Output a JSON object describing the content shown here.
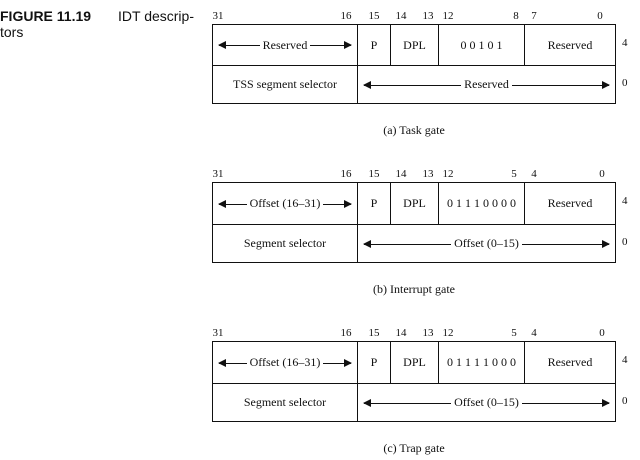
{
  "figure": {
    "label": "FIGURE 11.19",
    "title_line1": "IDT descrip-",
    "title_line2": "tors"
  },
  "task_gate": {
    "bits": [
      "31",
      "16",
      "15",
      "14",
      "13",
      "12",
      "8",
      "7",
      "0"
    ],
    "top_row": [
      "Reserved",
      "P",
      "DPL",
      "0 0 1 0 1",
      "Reserved"
    ],
    "bottom_row": [
      "TSS segment selector",
      "Reserved"
    ],
    "row_offsets": [
      "4",
      "0"
    ],
    "caption": "(a) Task gate"
  },
  "interrupt_gate": {
    "bits": [
      "31",
      "16",
      "15",
      "14",
      "13",
      "12",
      "5",
      "4",
      "0"
    ],
    "top_row": [
      "Offset (16–31)",
      "P",
      "DPL",
      "0 1 1 1 0 0 0 0",
      "Reserved"
    ],
    "bottom_row": [
      "Segment selector",
      "Offset (0–15)"
    ],
    "row_offsets": [
      "4",
      "0"
    ],
    "caption": "(b) Interrupt gate"
  },
  "trap_gate": {
    "bits": [
      "31",
      "16",
      "15",
      "14",
      "13",
      "12",
      "5",
      "4",
      "0"
    ],
    "top_row": [
      "Offset (16–31)",
      "P",
      "DPL",
      "0 1 1 1 1 0 0 0",
      "Reserved"
    ],
    "bottom_row": [
      "Segment selector",
      "Offset (0–15)"
    ],
    "row_offsets": [
      "4",
      "0"
    ],
    "caption": "(c) Trap gate"
  }
}
